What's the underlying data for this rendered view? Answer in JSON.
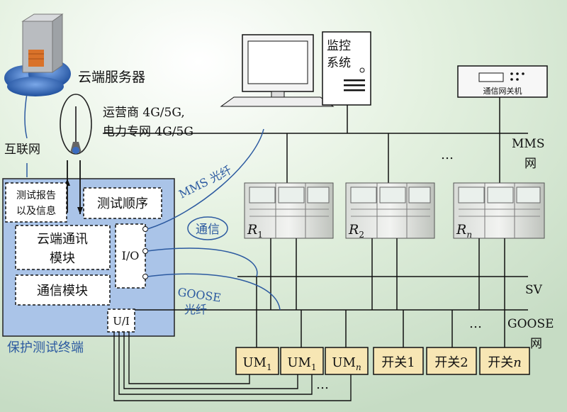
{
  "cloud": {
    "label": "云端服务器"
  },
  "carrier": {
    "line1": "运营商 4G/5G,",
    "line2": "电力专网 4G/5G"
  },
  "internet": {
    "label": "互联网"
  },
  "monitor": {
    "label_line1": "监控",
    "label_line2": "系统"
  },
  "gateway": {
    "label": "通信网关机"
  },
  "buses": {
    "mms_line1": "MMS",
    "mms_line2": "网",
    "sv": "SV",
    "goose_line1": "GOOSE",
    "goose_line2": "网"
  },
  "ellipsis": "…",
  "links": {
    "mms_fiber": "MMS 光纤",
    "comm": "通信",
    "goose_line1": "GOOSE",
    "goose_line2": "光纤"
  },
  "relays": [
    {
      "letter": "R",
      "sub": "1"
    },
    {
      "letter": "R",
      "sub": "2"
    },
    {
      "letter": "R",
      "sub": "n"
    }
  ],
  "terminal": {
    "title": "保护测试终端",
    "report_line1": "测试报告",
    "report_line2": "以及信息",
    "sequence": "测试顺序",
    "cloud_comm_line1": "云端通讯",
    "cloud_comm_line2": "模块",
    "comm_module": "通信模块",
    "io": "I/O",
    "ui": "U/I"
  },
  "units": [
    {
      "main": "UM",
      "sub": "1"
    },
    {
      "main": "UM",
      "sub": "1"
    },
    {
      "main": "UM",
      "sub": "n"
    },
    {
      "main": "开关1",
      "sub": ""
    },
    {
      "main": "开关2",
      "sub": ""
    },
    {
      "main": "开关",
      "sub": "n"
    }
  ],
  "colors": {
    "background": "#dcebd8",
    "terminal_fill": "#aac4e8",
    "unit_fill": "#f7e6b4",
    "cloud_blue": "#3a6cc0",
    "link_blue": "#2c5aa0"
  }
}
